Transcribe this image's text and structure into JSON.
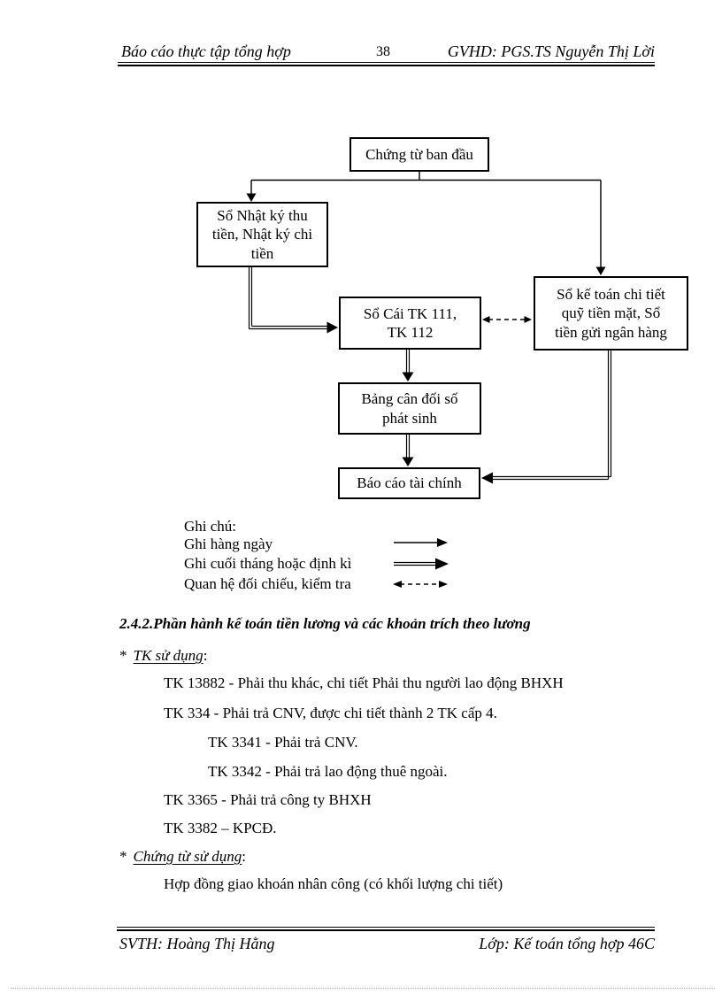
{
  "header": {
    "left": "Báo cáo thực tập tổng hợp",
    "page_number": "38",
    "right": "GVHD: PGS.TS Nguyễn Thị Lời"
  },
  "diagram": {
    "boxes": {
      "chung_tu": "Chứng từ ban đầu",
      "nhat_ky": "Sổ Nhật ký thu\ntiền, Nhật ký chi\ntiền",
      "so_cai": "Sổ Cái TK 111,\nTK 112",
      "chi_tiet": "Sổ kế toán chi tiết\nquỹ tiền mặt, Sổ\ntiền gửi ngân hàng",
      "bang_can_doi": "Bảng cân đối số\nphát sinh",
      "bao_cao": "Báo cáo tài chính"
    },
    "legend": {
      "title": "Ghi chú:",
      "items": [
        {
          "label": "Ghi hàng ngày",
          "symbol": "solid-arrow"
        },
        {
          "label": "Ghi cuối tháng hoặc định kì",
          "symbol": "double-line-arrow"
        },
        {
          "label": "Quan hệ đối chiếu, kiểm tra",
          "symbol": "dashed-double-arrow"
        }
      ]
    }
  },
  "section": {
    "heading": "2.4.2.Phần hành kế toán tiền lương và các khoản trích theo lương",
    "tk_block": {
      "bullet": "*",
      "label": "TK sử dụng",
      "colon": ":",
      "lines": [
        {
          "text": "TK 13882 - Phải thu khác, chi tiết Phải thu người lao động BHXH"
        },
        {
          "text": "TK 334 - Phải trả CNV, được chi tiết thành 2 TK cấp 4."
        },
        {
          "text": "TK 3341 - Phải trả CNV."
        },
        {
          "text": "TK 3342 - Phải trả lao động thuê ngoài."
        },
        {
          "text": "TK 3365 - Phải trả công ty BHXH"
        },
        {
          "text": "TK 3382 – KPCĐ."
        }
      ]
    },
    "chung_tu_block": {
      "bullet": "*",
      "label": "Chứng từ sử dụng",
      "colon": ":",
      "lines": [
        {
          "text": "Hợp đồng giao khoán nhân công (có khối lượng chi tiết)"
        }
      ]
    }
  },
  "footer": {
    "left": "SVTH: Hoàng Thị Hằng",
    "right": "Lớp: Kế toán tổng hợp 46C"
  },
  "colors": {
    "ink": "#000000",
    "paper": "#ffffff",
    "dotted_rule": "#a8a8a8"
  }
}
